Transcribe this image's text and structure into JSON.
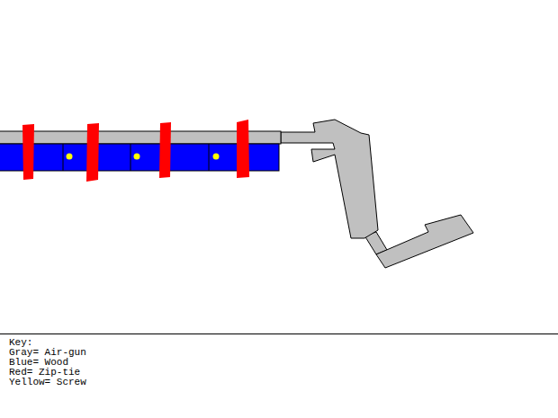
{
  "diagram": {
    "labels": [
      "Key:"
    ],
    "legend": [
      {
        "text": "Gray= Air-gun"
      },
      {
        "text": "Blue= Wood"
      },
      {
        "text": "Red= Zip-tie"
      },
      {
        "text": "Yellow= Screw"
      }
    ]
  }
}
